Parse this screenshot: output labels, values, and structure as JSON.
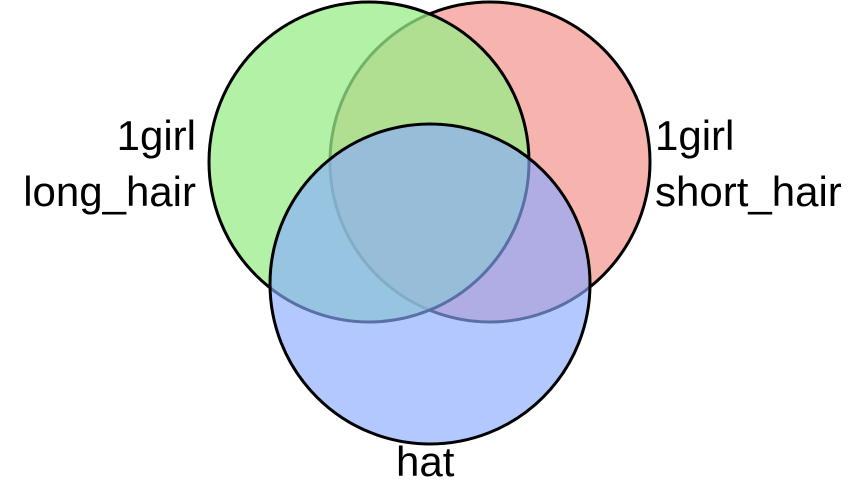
{
  "sets": [
    {
      "id": "green",
      "label_lines": [
        "1girl",
        "long_hair"
      ],
      "fill": "#99ee88",
      "stroke": "#000000"
    },
    {
      "id": "red",
      "label_lines": [
        "1girl",
        "short_hair"
      ],
      "fill": "#f28b82",
      "stroke": "#000000"
    },
    {
      "id": "blue",
      "label_lines": [
        "hat"
      ],
      "fill": "#88aaff",
      "stroke": "#000000"
    }
  ]
}
